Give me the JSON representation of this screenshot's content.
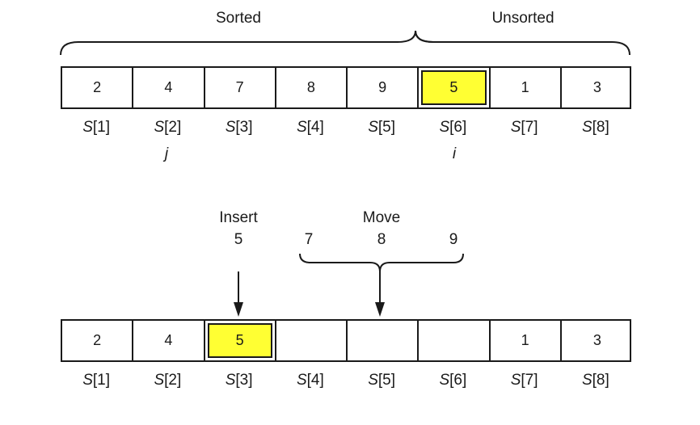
{
  "top": {
    "sorted_label": "Sorted",
    "unsorted_label": "Unsorted",
    "cells": [
      "2",
      "4",
      "7",
      "8",
      "9",
      "5",
      "1",
      "3"
    ],
    "highlight_index": 5,
    "highlight_color": "#ffff33",
    "index_labels": [
      "S[1]",
      "S[2]",
      "S[3]",
      "S[4]",
      "S[5]",
      "S[6]",
      "S[7]",
      "S[8]"
    ],
    "pointer_j": "j",
    "pointer_i": "i"
  },
  "bottom": {
    "insert_label": "Insert",
    "insert_value": "5",
    "move_label": "Move",
    "move_values": [
      "7",
      "8",
      "9"
    ],
    "cells": [
      "2",
      "4",
      "5",
      "",
      "",
      "",
      "1",
      "3"
    ],
    "highlight_index": 2,
    "highlight_color": "#ffff33",
    "index_labels": [
      "S[1]",
      "S[2]",
      "S[3]",
      "S[4]",
      "S[5]",
      "S[6]",
      "S[7]",
      "S[8]"
    ]
  }
}
